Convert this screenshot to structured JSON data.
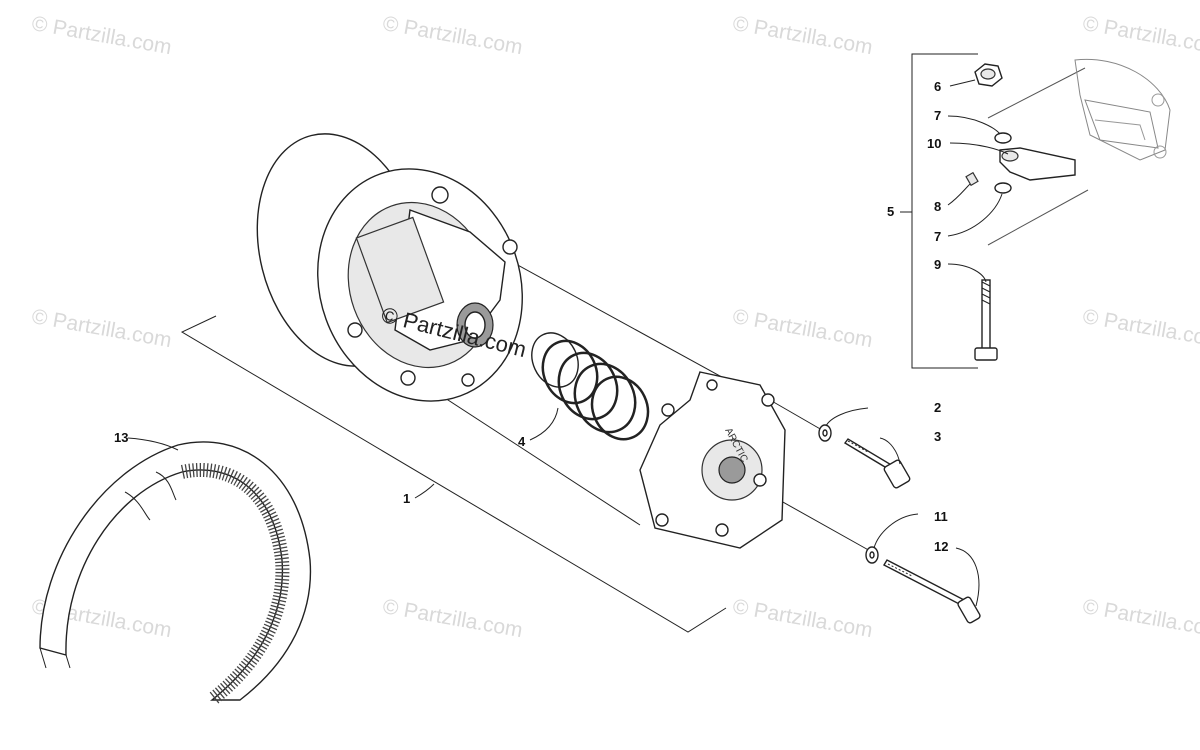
{
  "watermark": {
    "text": "© Partzilla.com",
    "center_text": "© Partzilla.com"
  },
  "callouts": {
    "c1": "1",
    "c2": "2",
    "c3": "3",
    "c4": "4",
    "c5": "5",
    "c6": "6",
    "c7a": "7",
    "c7b": "7",
    "c8": "8",
    "c9": "9",
    "c10": "10",
    "c11": "11",
    "c12": "12",
    "c13": "13"
  },
  "cover_text": "ARCTIC"
}
